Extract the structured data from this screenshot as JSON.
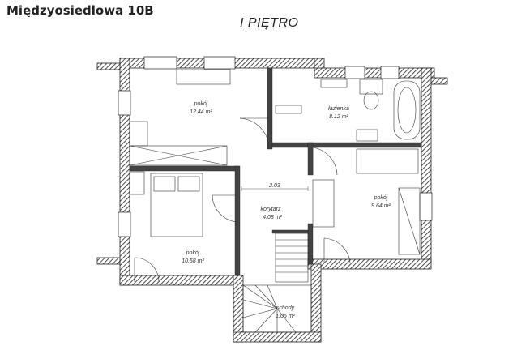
{
  "header": {
    "address": "Międzyosiedlowa 10B",
    "floor": "I PIĘTRO"
  },
  "rooms": [
    {
      "name": "pokój",
      "area": "12.44 m²"
    },
    {
      "name": "łazienka",
      "area": "8.12 m²"
    },
    {
      "name": "pokój",
      "area": "9.64 m²"
    },
    {
      "name": "korytarz",
      "area": "4.08 m²"
    },
    {
      "name": "pokój",
      "area": "10.58 m²"
    },
    {
      "name": "schody",
      "area": "1.06 m²"
    }
  ],
  "dimension": "2.03"
}
